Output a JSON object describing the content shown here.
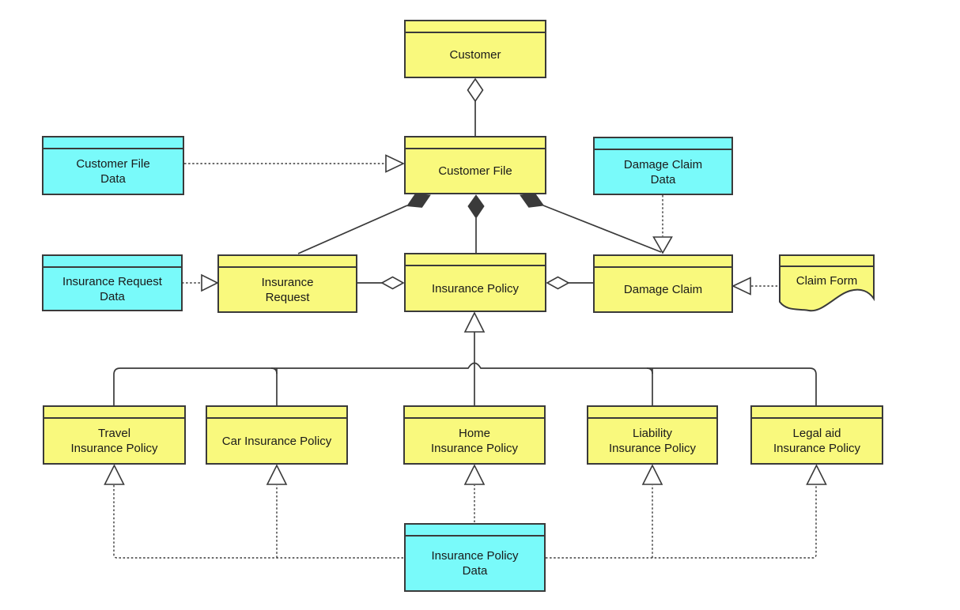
{
  "diagram": {
    "kind": "uml-business-object-diagram",
    "background": "#ffffff",
    "colors": {
      "object_fill": "#F9F97D",
      "data_fill": "#79FAFA",
      "stroke": "#3A3A3A",
      "text": "#1A1A1A",
      "background": "#FFFFFF"
    },
    "nodes": {
      "customer": {
        "label": "Customer",
        "kind": "business-object"
      },
      "customer_file_data": {
        "label": "Customer File\nData",
        "kind": "data-object"
      },
      "customer_file": {
        "label": "Customer File",
        "kind": "business-object"
      },
      "damage_claim_data": {
        "label": "Damage Claim\nData",
        "kind": "data-object"
      },
      "insurance_request_data": {
        "label": "Insurance Request\nData",
        "kind": "data-object"
      },
      "insurance_request": {
        "label": "Insurance\nRequest",
        "kind": "business-object"
      },
      "insurance_policy": {
        "label": "Insurance Policy",
        "kind": "business-object"
      },
      "damage_claim": {
        "label": "Damage Claim",
        "kind": "business-object"
      },
      "claim_form": {
        "label": "Claim Form",
        "kind": "representation-document"
      },
      "travel_insurance_policy": {
        "label": "Travel\nInsurance Policy",
        "kind": "business-object"
      },
      "car_insurance_policy": {
        "label": "Car Insurance Policy",
        "kind": "business-object"
      },
      "home_insurance_policy": {
        "label": "Home\nInsurance Policy",
        "kind": "business-object"
      },
      "liability_insurance_policy": {
        "label": "Liability\nInsurance Policy",
        "kind": "business-object"
      },
      "legal_aid_insurance_policy": {
        "label": "Legal aid\nInsurance Policy",
        "kind": "business-object"
      },
      "insurance_policy_data": {
        "label": "Insurance Policy\nData",
        "kind": "data-object"
      }
    },
    "relations": [
      {
        "from": "customer",
        "to": "customer_file",
        "type": "aggregation"
      },
      {
        "from": "customer_file",
        "to": "insurance_request",
        "type": "composition"
      },
      {
        "from": "customer_file",
        "to": "insurance_policy",
        "type": "composition"
      },
      {
        "from": "customer_file",
        "to": "damage_claim",
        "type": "composition"
      },
      {
        "from": "customer_file_data",
        "to": "customer_file",
        "type": "realization"
      },
      {
        "from": "damage_claim_data",
        "to": "damage_claim",
        "type": "realization"
      },
      {
        "from": "insurance_request_data",
        "to": "insurance_request",
        "type": "realization"
      },
      {
        "from": "claim_form",
        "to": "damage_claim",
        "type": "realization"
      },
      {
        "from": "insurance_policy",
        "to": "insurance_request",
        "type": "aggregation"
      },
      {
        "from": "insurance_policy",
        "to": "damage_claim",
        "type": "aggregation"
      },
      {
        "from": "travel_insurance_policy",
        "to": "insurance_policy",
        "type": "generalization"
      },
      {
        "from": "car_insurance_policy",
        "to": "insurance_policy",
        "type": "generalization"
      },
      {
        "from": "home_insurance_policy",
        "to": "insurance_policy",
        "type": "generalization"
      },
      {
        "from": "liability_insurance_policy",
        "to": "insurance_policy",
        "type": "generalization"
      },
      {
        "from": "legal_aid_insurance_policy",
        "to": "insurance_policy",
        "type": "generalization"
      },
      {
        "from": "insurance_policy_data",
        "to": "travel_insurance_policy",
        "type": "realization"
      },
      {
        "from": "insurance_policy_data",
        "to": "car_insurance_policy",
        "type": "realization"
      },
      {
        "from": "insurance_policy_data",
        "to": "home_insurance_policy",
        "type": "realization"
      },
      {
        "from": "insurance_policy_data",
        "to": "liability_insurance_policy",
        "type": "realization"
      },
      {
        "from": "insurance_policy_data",
        "to": "legal_aid_insurance_policy",
        "type": "realization"
      }
    ]
  }
}
